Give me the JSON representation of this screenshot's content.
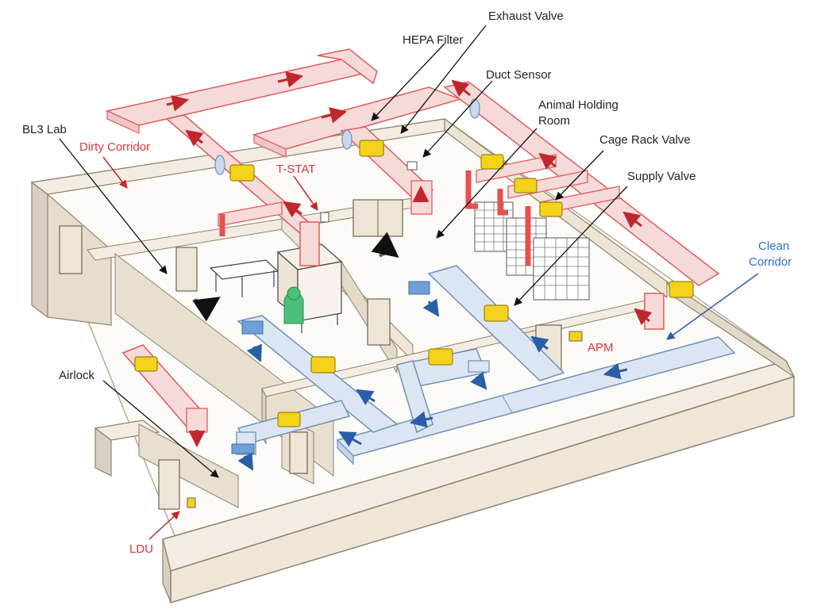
{
  "diagram": {
    "colors": {
      "exhaust_duct": "#f6dada",
      "exhaust_outline": "#e05a5a",
      "supply_duct": "#dbe6f2",
      "supply_outline": "#6f90b8",
      "wall_fill": "#f3ece2",
      "wall_shadow": "#d8cfc0",
      "floor": "#fbfaf7",
      "valve": "#f2d21a",
      "arrow_red": "#c0272d",
      "arrow_blue": "#2a5ea8",
      "label_dark": "#222222",
      "label_red": "#d9363e",
      "label_blue": "#2e6fc0"
    },
    "labels": {
      "exhaust_valve": "Exhaust Valve",
      "hepa_filter": "HEPA Filter",
      "duct_sensor": "Duct Sensor",
      "animal_holding_1": "Animal Holding",
      "animal_holding_2": "Room",
      "cage_rack_valve": "Cage Rack Valve",
      "supply_valve": "Supply Valve",
      "clean_corridor_1": "Clean",
      "clean_corridor_2": "Corridor",
      "bl3_lab": "BL3 Lab",
      "dirty_corridor": "Dirty Corridor",
      "t_stat": "T-STAT",
      "apm": "APM",
      "airlock": "Airlock",
      "ldu": "LDU"
    }
  }
}
